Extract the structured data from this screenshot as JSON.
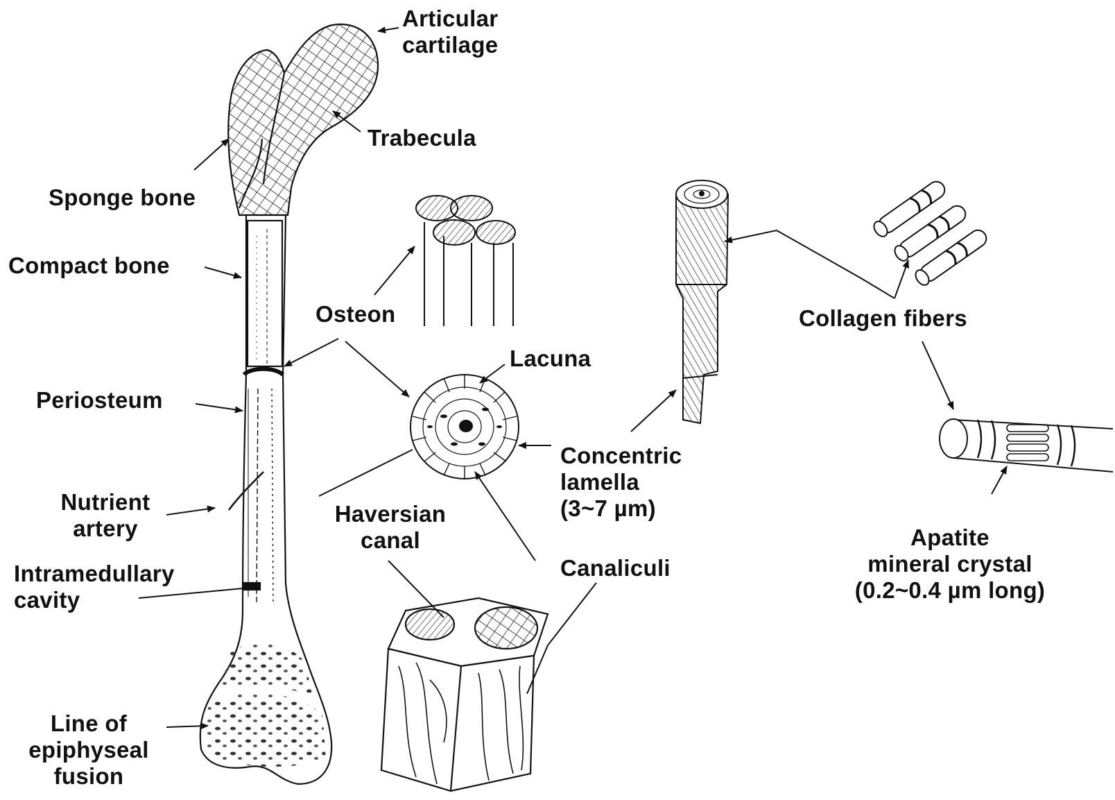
{
  "diagram": {
    "labels": {
      "articular_cartilage": [
        "Articular",
        "cartilage"
      ],
      "trabecula": "Trabecula",
      "sponge_bone": "Sponge bone",
      "compact_bone": "Compact bone",
      "osteon": "Osteon",
      "lacuna": "Lacuna",
      "periosteum": "Periosteum",
      "nutrient_artery": [
        "Nutrient",
        "artery"
      ],
      "intramedullary_cavity": [
        "Intramedullary",
        "cavity"
      ],
      "line_of_epiphyseal_fusion": [
        "Line of",
        "epiphyseal",
        "fusion"
      ],
      "haversian_canal": [
        "Haversian",
        "canal"
      ],
      "concentric_lamella": [
        "Concentric",
        "lamella",
        "(3~7 µm)"
      ],
      "canaliculi": "Canaliculi",
      "collagen_fibers": "Collagen fibers",
      "apatite_crystal": [
        "Apatite",
        "mineral crystal",
        "(0.2~0.4 µm long)"
      ]
    },
    "colors": {
      "ink": "#111111",
      "background": "#ffffff"
    }
  }
}
